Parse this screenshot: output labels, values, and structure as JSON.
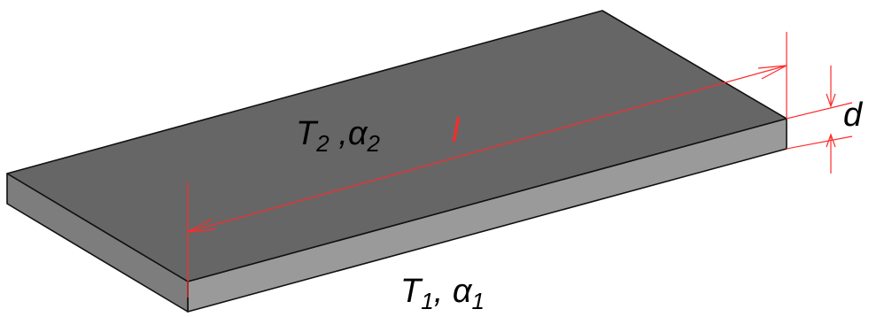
{
  "diagram": {
    "labels": {
      "top_temp": "T",
      "top_temp_sub": "2",
      "top_sep": " ,",
      "top_alpha": "α",
      "top_alpha_sub": "2",
      "bottom_temp": "T",
      "bottom_temp_sub": "1",
      "bottom_sep": ", ",
      "bottom_alpha": "α",
      "bottom_alpha_sub": "1",
      "length": "l",
      "thickness": "d"
    },
    "colors": {
      "top_face": "#666666",
      "front_face": "#9a9a9a",
      "left_face": "#7d7d7d",
      "edge": "#111111",
      "dimension": "#ff2a2a"
    }
  }
}
